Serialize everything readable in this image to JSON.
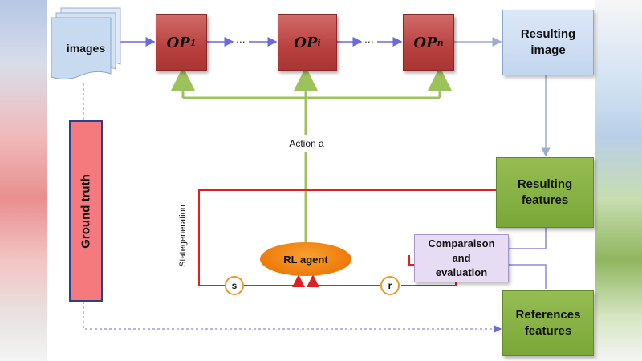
{
  "images": {
    "label": "images"
  },
  "ops": [
    {
      "base": "OP",
      "sub": "1"
    },
    {
      "base": "OP",
      "sub": "i"
    },
    {
      "base": "OP",
      "sub": "n"
    }
  ],
  "ellipsis": "...",
  "resulting_image": {
    "line1": "Resulting",
    "line2": "image"
  },
  "ground_truth": {
    "label": "Ground truth"
  },
  "action": {
    "label": "Action a"
  },
  "resulting_features": {
    "line1": "Resulting",
    "line2": "features"
  },
  "state_generation": {
    "label": "Stategeneration"
  },
  "rl_agent": {
    "label": "RL agent"
  },
  "state": {
    "label": "s"
  },
  "reward": {
    "label": "r"
  },
  "comparison": {
    "line1": "Comparaison",
    "line2": "and",
    "line3": "evaluation"
  },
  "references": {
    "line1": "References",
    "line2": "features"
  },
  "colors": {
    "op_red": "#b8403e",
    "blue_box": "#c3d6ef",
    "green_box": "#7aa738",
    "ground_truth": "#f47a7e",
    "rl_agent": "#ee7a0a",
    "feedback_red": "#e02020",
    "action_green": "#9bc25b",
    "flow_blue": "#6a6adf"
  }
}
